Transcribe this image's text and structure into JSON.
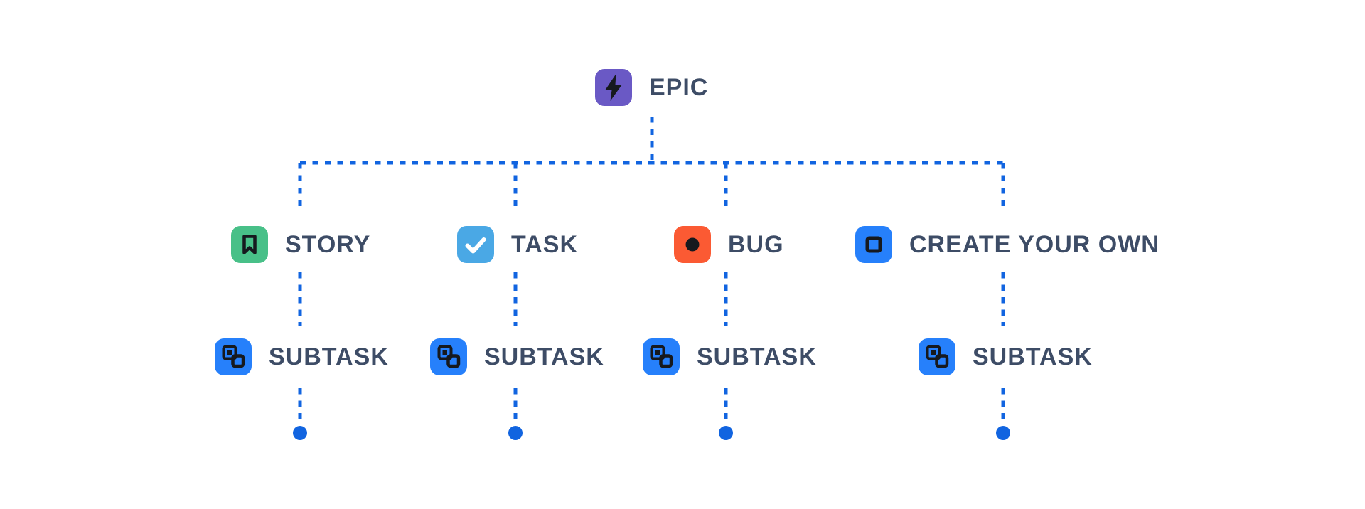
{
  "diagram": {
    "title_hint": "issue-type-hierarchy",
    "connector_color": "#1164E0",
    "dot_color": "#1164E0",
    "label_color": "#3D4C66",
    "glyph_color": "#16191E",
    "check_color": "#FFFFFF",
    "root": {
      "label": "EPIC",
      "icon": "lightning-bolt-icon",
      "color": "#6A59C5"
    },
    "children": [
      {
        "label": "STORY",
        "icon": "bookmark-icon",
        "color": "#48C088"
      },
      {
        "label": "TASK",
        "icon": "checkmark-icon",
        "color": "#4AA8E5"
      },
      {
        "label": "BUG",
        "icon": "circle-icon",
        "color": "#FB5A33"
      },
      {
        "label": "CREATE YOUR OWN",
        "icon": "square-outline-icon",
        "color": "#2680FB"
      }
    ],
    "subtask": {
      "label": "SUBTASK",
      "icon": "subtask-icon",
      "color": "#2680FB"
    }
  }
}
